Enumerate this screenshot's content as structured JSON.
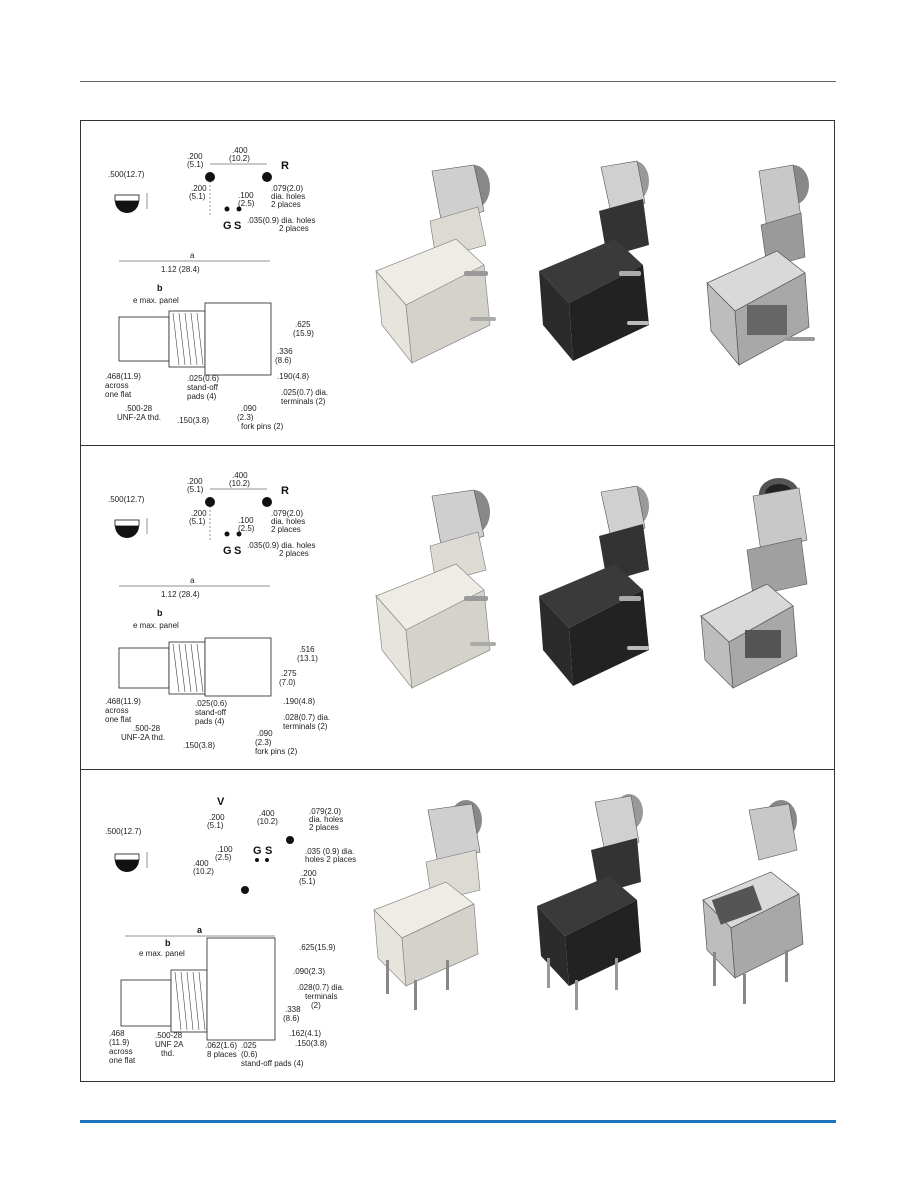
{
  "rows": [
    {
      "top": {
        "label_R": "R",
        "label_G": "G",
        "label_S": "S",
        "dim_400": ".400",
        "dim_400_mm": "(10.2)",
        "dim_200": ".200",
        "dim_200_mm": "(5.1)",
        "dim_200b": ".200",
        "dim_200b_mm": "(5.1)",
        "dim_100": ".100",
        "dim_100_mm": "(2.5)",
        "hole_a1": ".079(2.0)",
        "hole_a2": "dia. holes",
        "hole_a3": "2 places",
        "hole_b1": ".035(0.9) dia. holes",
        "hole_b2": "2 places"
      },
      "dia_label": ".500(12.7)",
      "side": {
        "a": "a",
        "b": "b",
        "len": "1.12 (28.4)",
        "panel": "e max. panel",
        "h1": ".625",
        "h1_mm": "(15.9)",
        "h2": ".336",
        "h2_mm": "(8.6)",
        "flat1": ".468(11.9)",
        "flat2": "across",
        "flat3": "one flat",
        "thd1": ".500-28",
        "thd2": "UNF-2A thd.",
        "pad1": ".025(0.6)",
        "pad2": "stand-off",
        "pad3": "pads (4)",
        "d190": ".190(4.8)",
        "term1": ".025(0.7) dia.",
        "term2": "terminals (2)",
        "d150": ".150(3.8)",
        "fork1": ".090",
        "fork2": "(2.3)",
        "fork3": "fork pins (2)"
      }
    },
    {
      "top": {
        "label_R": "R",
        "label_G": "G",
        "label_S": "S",
        "dim_400": ".400",
        "dim_400_mm": "(10.2)",
        "dim_200": ".200",
        "dim_200_mm": "(5.1)",
        "dim_200b": ".200",
        "dim_200b_mm": "(5.1)",
        "dim_100": ".100",
        "dim_100_mm": "(2.5)",
        "hole_a1": ".079(2.0)",
        "hole_a2": "dia. holes",
        "hole_a3": "2 places",
        "hole_b1": ".035(0.9) dia. holes",
        "hole_b2": "2 places"
      },
      "dia_label": ".500(12.7)",
      "side": {
        "a": "a",
        "b": "b",
        "len": "1.12 (28.4)",
        "panel": "e max. panel",
        "h1": ".516",
        "h1_mm": "(13.1)",
        "h2": ".275",
        "h2_mm": "(7.0)",
        "flat1": ".468(11.9)",
        "flat2": "across",
        "flat3": "one flat",
        "thd1": ".500-28",
        "thd2": "UNF-2A thd.",
        "pad1": ".025(0.6)",
        "pad2": "stand-off",
        "pad3": "pads (4)",
        "d190": ".190(4.8)",
        "term1": ".028(0.7) dia.",
        "term2": "terminals (2)",
        "d150": ".150(3.8)",
        "fork1": ".090",
        "fork2": "(2.3)",
        "fork3": "fork pins (2)"
      }
    }
  ],
  "row3": {
    "dia_label": ".500(12.7)",
    "top": {
      "label_V": "V",
      "label_G": "G",
      "label_S": "S",
      "dim_200": ".200",
      "dim_200_mm": "(5.1)",
      "dim_400": ".400",
      "dim_400_mm": "(10.2)",
      "hole_a1": ".079(2.0)",
      "hole_a2": "dia. holes",
      "hole_a3": "2 places",
      "dim_100": ".100",
      "dim_100_mm": "(2.5)",
      "dim_400v": ".400",
      "dim_400v_mm": "(10.2)",
      "hole_b1": ".035 (0.9) dia.",
      "hole_b2": "holes 2 places",
      "dim_200b": ".200",
      "dim_200b_mm": "(5.1)"
    },
    "side": {
      "a": "a",
      "b": "b",
      "panel": "e max. panel",
      "h1": ".625(15.9)",
      "d090": ".090(2.3)",
      "term1": ".028(0.7) dia.",
      "term2": "terminals",
      "term3": "(2)",
      "h2": ".338",
      "h2_mm": "(8.6)",
      "d162": ".162(4.1)",
      "d150": ".150(3.8)",
      "flat1": ".468",
      "flat2": "(11.9)",
      "flat3": "across",
      "flat4": "one flat",
      "thd1": ".500-28",
      "thd2": "UNF 2A",
      "thd3": "thd.",
      "d062": ".062(1.6)",
      "d062b": "8 places",
      "pad1": ".025",
      "pad2": "(0.6)",
      "pad3": "stand-off pads (4)"
    }
  },
  "colors": {
    "accent": "#1e73be",
    "white_body": "#e6e4dc",
    "black_body": "#2b2b2b",
    "metal": "#b9b9b9"
  }
}
